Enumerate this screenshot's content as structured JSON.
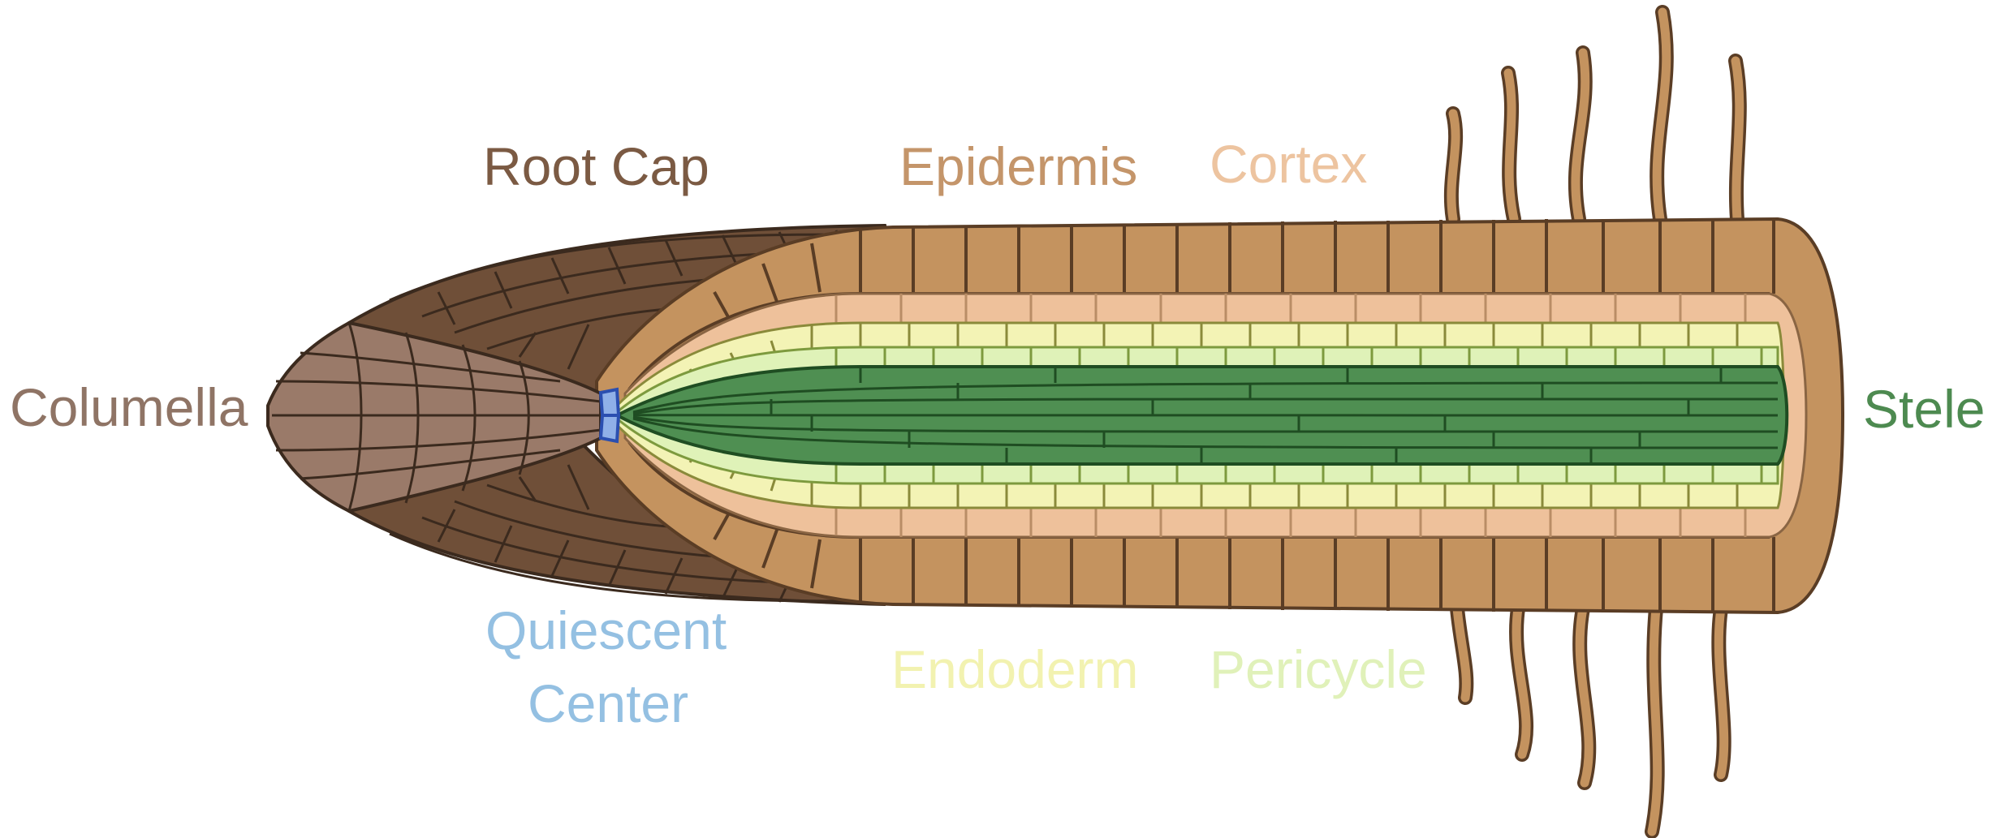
{
  "labels": {
    "root_cap": "Root Cap",
    "epidermis": "Epidermis",
    "cortex": "Cortex",
    "columella": "Columella",
    "stele": "Stele",
    "quiescent_line1": "Quiescent",
    "quiescent_line2": "Center",
    "endoderm": "Endoderm",
    "pericycle": "Pericycle"
  },
  "colors": {
    "root_cap": "#6f4f38",
    "root_cap_label": "#7b5a43",
    "columella": "#9a7a69",
    "columella_label": "#8f7465",
    "epidermis": "#c4935f",
    "epidermis_label": "#c4956a",
    "cortex": "#eec19b",
    "cortex_label": "#edc4a0",
    "endoderm": "#f3f3b5",
    "endoderm_label": "#f2f2b0",
    "pericycle": "#dff2b8",
    "pericycle_label": "#e0f1b9",
    "stele": "#4f8f52",
    "stele_label": "#4d8a50",
    "quiescent": "#8fb0e8",
    "quiescent_label": "#94c0e2",
    "outline": "#3b2a1e"
  }
}
